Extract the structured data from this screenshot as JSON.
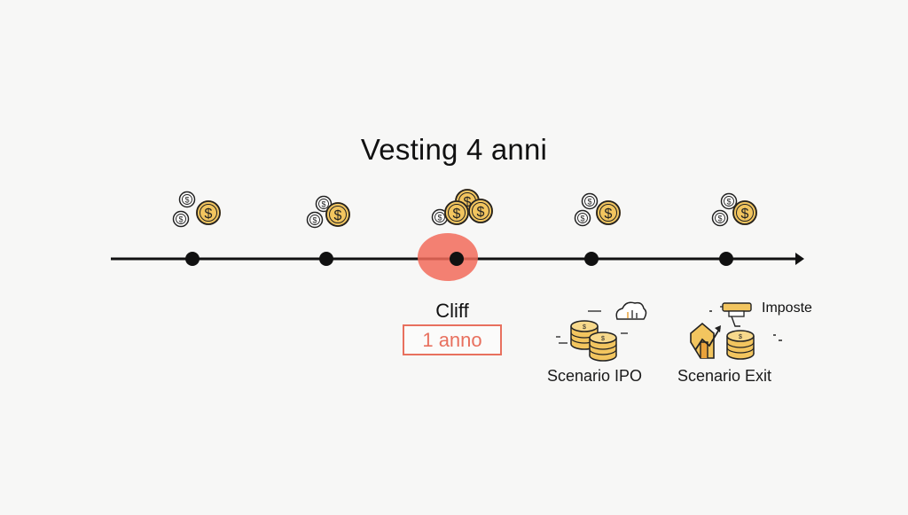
{
  "title": "Vesting 4 anni",
  "cliff": {
    "label": "Cliff",
    "duration": "1 anno"
  },
  "scenarios": {
    "ipo": "Scenario IPO",
    "exit": "Scenario Exit"
  },
  "taxes_label": "Imposte",
  "milestones": 5,
  "cliff_milestone_index": 2,
  "colors": {
    "timeline": "#111111",
    "cliff_accent": "#e8705e",
    "coin_gold": "#f2c55f",
    "coin_shadow": "#e9a23b",
    "text": "#111111"
  },
  "icons": [
    "dollar-coins-icon",
    "coin-stack-icon",
    "cloud-icon",
    "house-icon",
    "stamp-icon"
  ]
}
